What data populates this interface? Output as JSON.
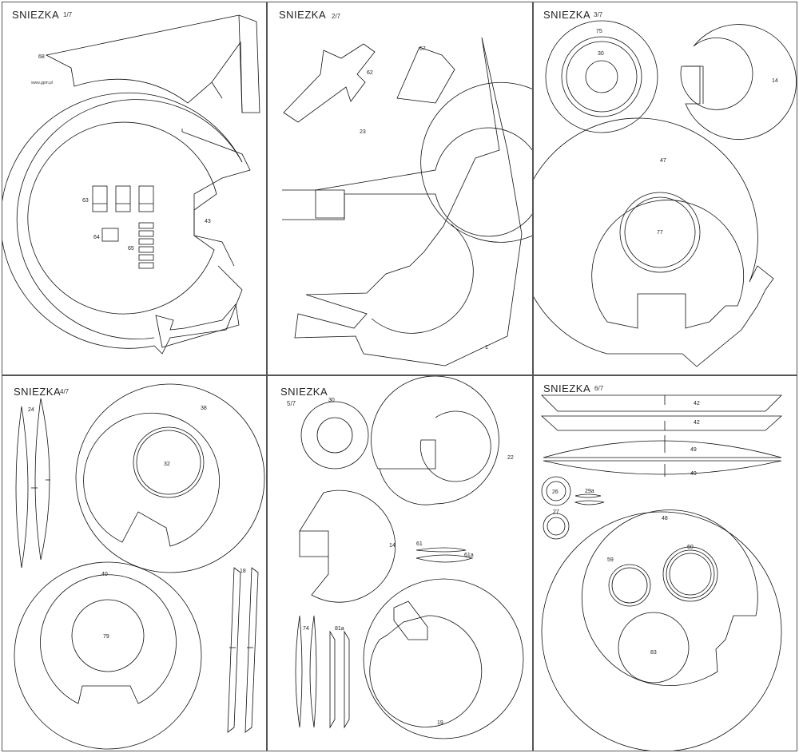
{
  "model_name": "SNIEZKA",
  "sheets": [
    {
      "page": "1/7",
      "url": "www.gpm.pl",
      "parts": [
        "68",
        "63",
        "43",
        "64",
        "65"
      ]
    },
    {
      "page": "2/7",
      "parts": [
        "67",
        "62",
        "23",
        "1"
      ]
    },
    {
      "page": "3/7",
      "parts": [
        "75",
        "30",
        "14",
        "47",
        "77"
      ]
    },
    {
      "page": "4/7",
      "parts": [
        "24",
        "38",
        "32",
        "40",
        "79",
        "18"
      ]
    },
    {
      "page": "5/7",
      "parts": [
        "30",
        "22",
        "14",
        "61",
        "61a",
        "74",
        "81a",
        "19"
      ]
    },
    {
      "page": "6/7",
      "parts": [
        "42",
        "42",
        "49",
        "49",
        "26",
        "29a",
        "27",
        "48",
        "59",
        "60",
        "83"
      ]
    }
  ]
}
